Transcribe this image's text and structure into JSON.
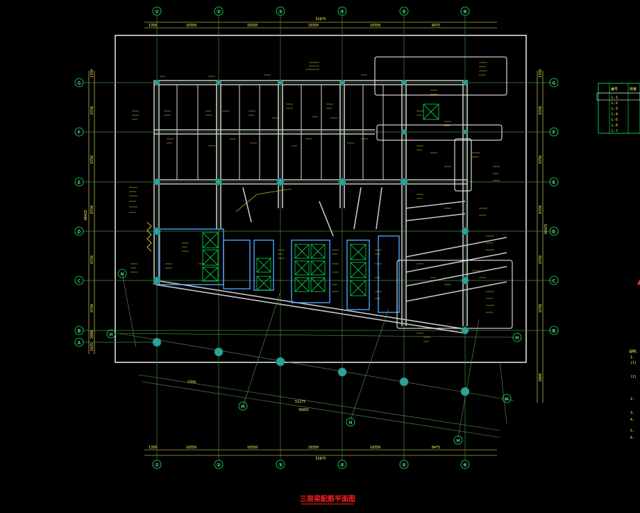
{
  "drawing": {
    "title": "三层梁配筋平面图",
    "colors": {
      "background": "#000000",
      "axis_line": "#3f8f3f",
      "bubble": "#00ff66",
      "beam": "#c8c8c8",
      "annotation": "#ffff33",
      "column": "#2aa39b",
      "border": "#ffffff",
      "title": "#ff2020"
    }
  },
  "grid": {
    "columns": [
      "①",
      "②",
      "③",
      "④",
      "⑤",
      "⑥"
    ],
    "rows_left": [
      "G",
      "F",
      "E",
      "D",
      "C",
      "B",
      "A"
    ],
    "rows_right": [
      "G",
      "F",
      "E",
      "D",
      "C",
      "B"
    ],
    "top_total": "52875",
    "bottom_total": "52875",
    "top_dims": [
      "1350",
      "10350",
      "10350",
      "10350",
      "10350",
      "8475"
    ],
    "bottom_dims": [
      "1350",
      "10350",
      "10350",
      "10350",
      "10350",
      "8475"
    ],
    "left_total": "40425",
    "right_total": "40425",
    "left_dims": [
      "1750",
      "8750",
      "8750",
      "8750",
      "8750",
      "8750",
      "2000",
      "1825"
    ],
    "right_dims": [
      "1750",
      "8750",
      "8750",
      "8750",
      "8750",
      "8750",
      "2000"
    ],
    "skew_dims": [
      "7350",
      "51275",
      "56855"
    ],
    "skew_bubbles": [
      "H",
      "H",
      "H",
      "H",
      "H",
      "H",
      "H"
    ]
  },
  "legend": {
    "header": [
      "编号",
      "规格"
    ],
    "rows": [
      "L-1",
      "L-2",
      "L-3",
      "L-4",
      "L-5",
      "L-6",
      "L-7"
    ]
  },
  "notes": [
    "说明:",
    "1.",
    "(1)",
    "(2)",
    "2.",
    "3.",
    "4.",
    "5.",
    "6."
  ]
}
